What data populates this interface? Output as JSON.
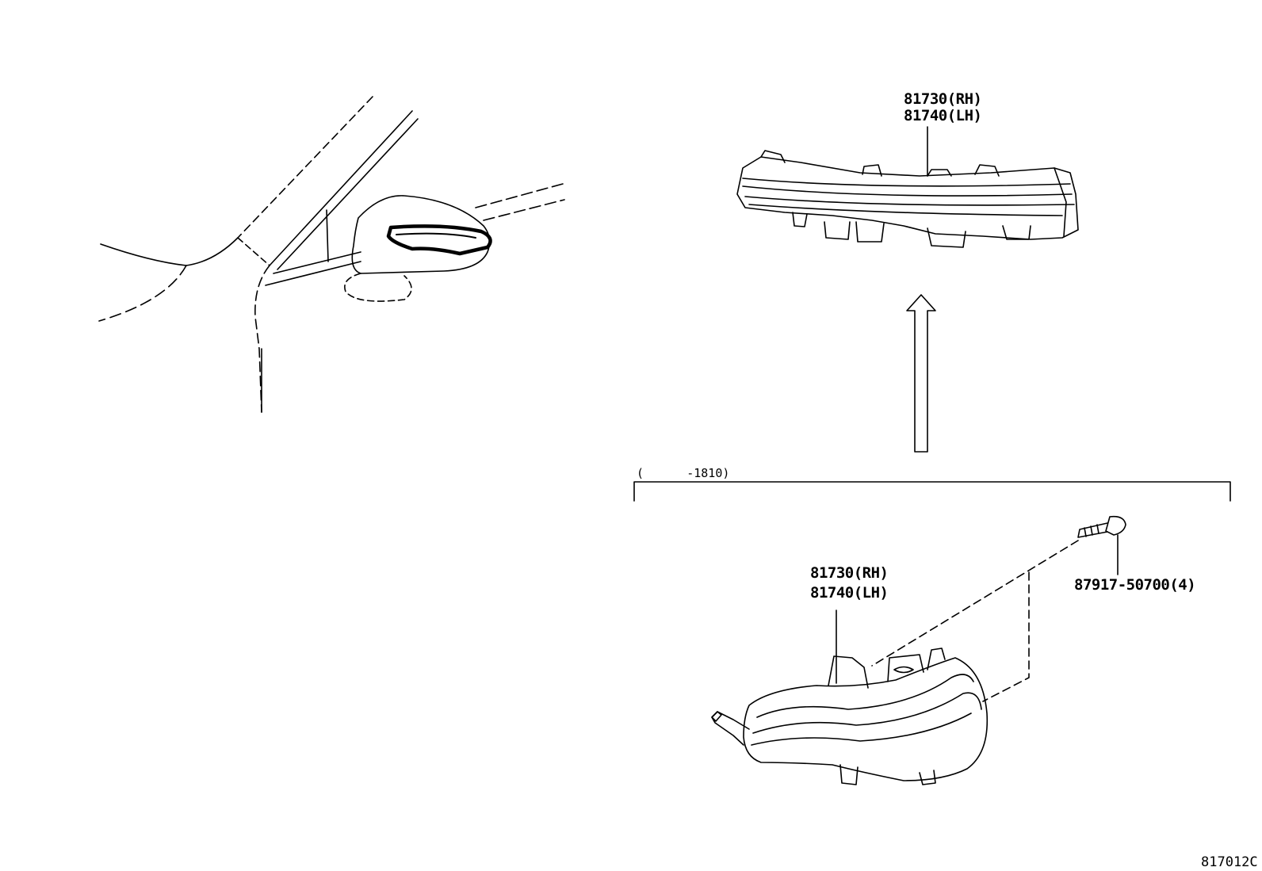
{
  "labels": {
    "top_part_rh": "81730(RH)",
    "top_part_lh": "81740(LH)",
    "bottom_part_rh": "81730(RH)",
    "bottom_part_lh": "81740(LH)",
    "screw": "87917-50700(4)",
    "date_range": "(      -1810)",
    "diagram_code": "817012C"
  }
}
